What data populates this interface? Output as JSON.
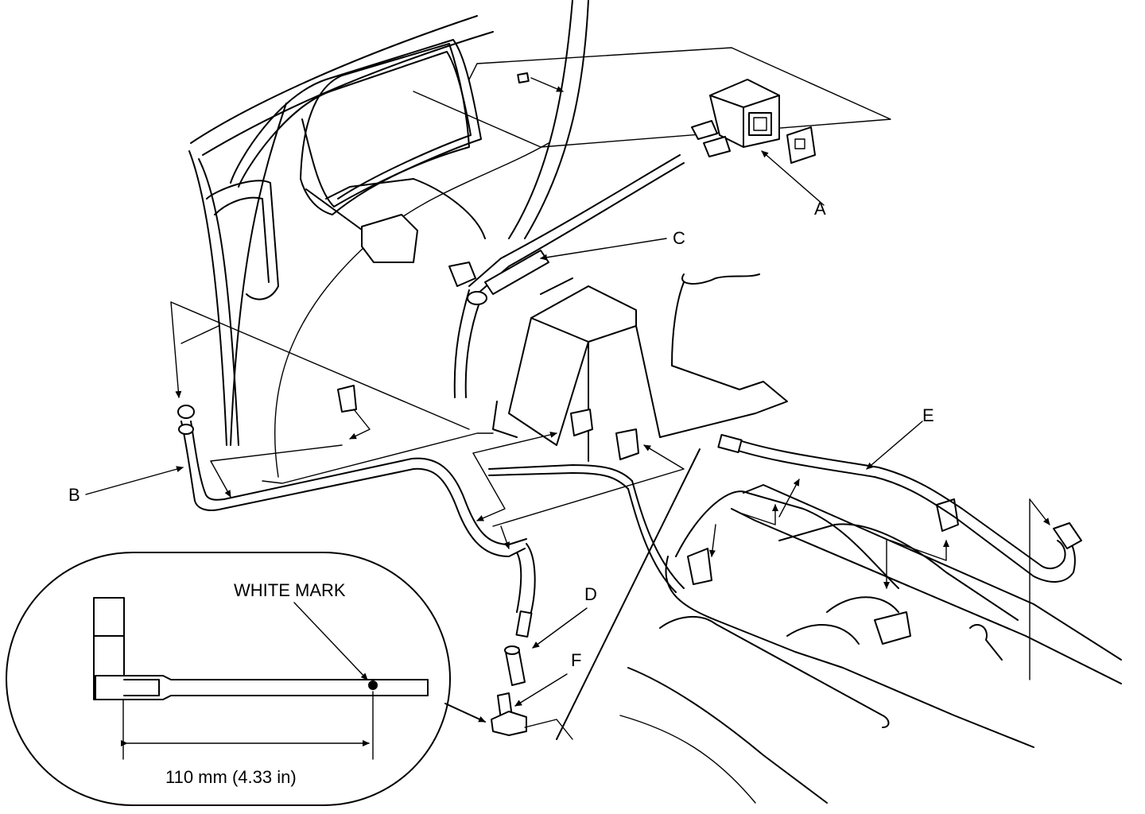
{
  "labels": {
    "a": "A",
    "b": "B",
    "c": "C",
    "d": "D",
    "e": "E",
    "f": "F"
  },
  "inset": {
    "mark_label": "WHITE MARK",
    "dimension": "110 mm (4.33 in)"
  }
}
